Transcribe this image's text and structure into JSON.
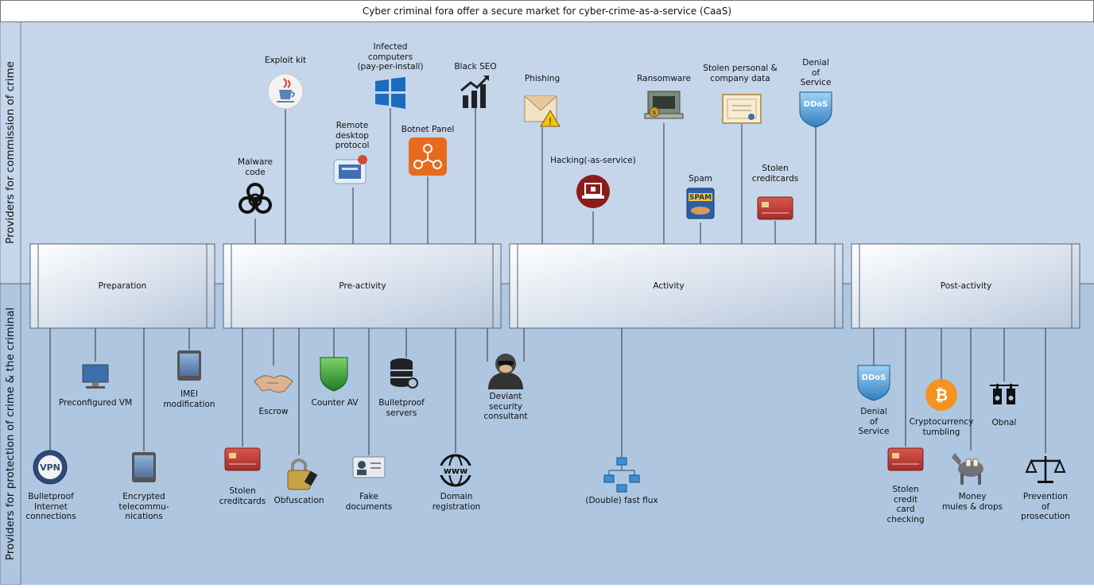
{
  "title": "Cyber criminal fora offer a secure market for cyber-crime-as-a-service (CaaS)",
  "lanes": {
    "top": "Providers for commission of crime",
    "bottom": "Providers for protection of crime & the criminal"
  },
  "phases": [
    "Preparation",
    "Pre-activity",
    "Activity",
    "Post-activity"
  ],
  "top_items": {
    "malware": "Malware\ncode",
    "exploit": "Exploit kit",
    "rdp": "Remote\ndesktop\nprotocol",
    "infected": "Infected\ncomputers\n(pay-per-install)",
    "botnet": "Botnet Panel",
    "blackseo": "Black SEO",
    "phishing": "Phishing",
    "hacking": "Hacking(-as-service)",
    "ransomware": "Ransomware",
    "spam": "Spam",
    "stolendata": "Stolen personal &\ncompany data",
    "stolencards": "Stolen\ncreditcards",
    "ddos": "Denial\nof\nService"
  },
  "bottom_items": {
    "vpn": "Bulletproof\nInternet\nconnections",
    "vm": "Preconfigured VM",
    "encrypted": "Encrypted\ntelecommu-\nnications",
    "imei": "IMEI\nmodification",
    "stolencards": "Stolen\ncreditcards",
    "escrow": "Escrow",
    "obfuscation": "Obfuscation",
    "counterav": "Counter AV",
    "fakedocs": "Fake\ndocuments",
    "bulletproof": "Bulletproof\nservers",
    "domain": "Domain\nregistration",
    "deviant": "Deviant\nsecurity\nconsultant",
    "fastflux": "(Double) fast flux",
    "ddos": "Denial\nof\nService",
    "cardcheck": "Stolen\ncredit\ncard\nchecking",
    "crypto": "Cryptocurrency\ntumbling",
    "mules": "Money\nmules & drops",
    "obnal": "Obnal",
    "prosecution": "Prevention\nof\nprosecution"
  },
  "icon_text": {
    "vpn": "VPN",
    "ddos": "DDoS",
    "spam": "SPAM",
    "www": "www"
  },
  "colors": {
    "top_lane": "#c5d6ea",
    "bottom_lane": "#aec6e0",
    "box_fill_light": "#ffffff",
    "box_fill_dark": "#b9c8dd",
    "hacking_red": "#8a1c1c",
    "botnet_orange": "#e86a1e",
    "bitcoin_orange": "#f4931e",
    "ddos_blue": "#3a8fc8"
  }
}
